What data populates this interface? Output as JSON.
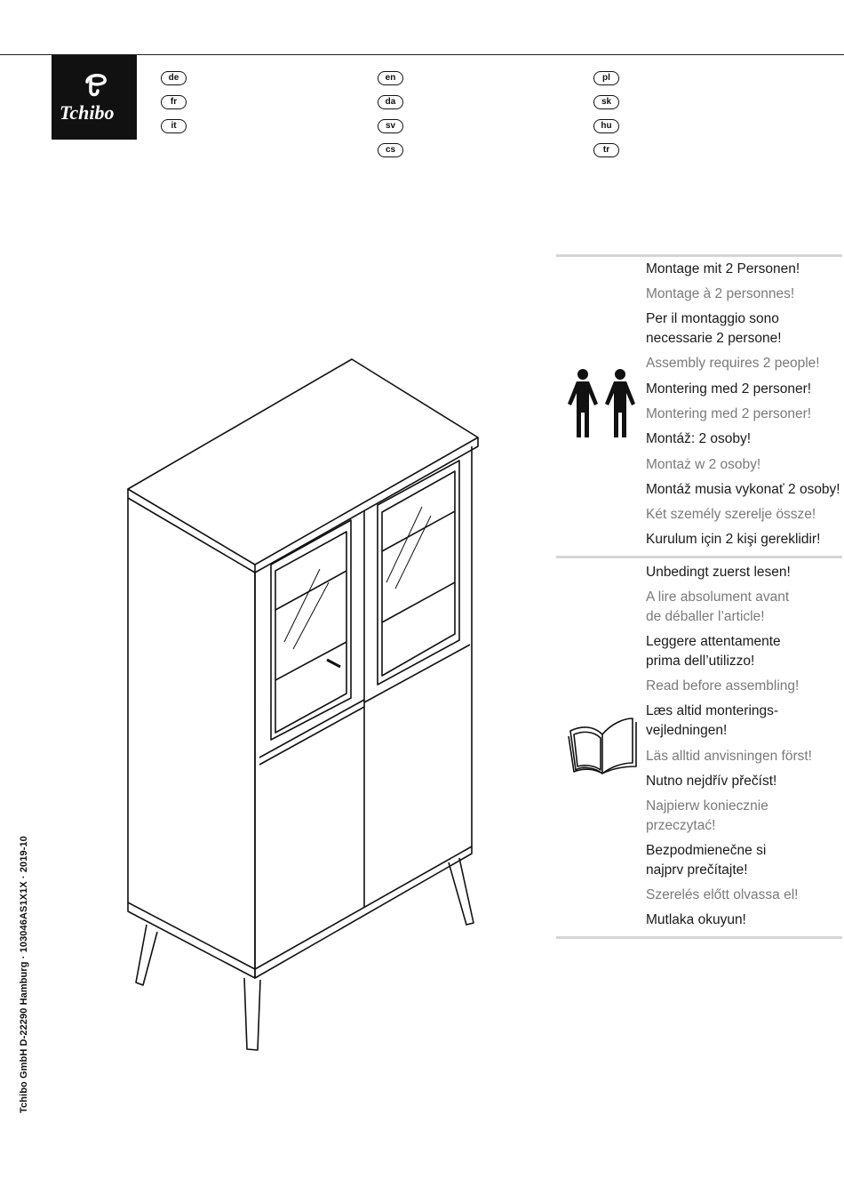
{
  "brand": {
    "name": "Tchibo"
  },
  "languages": {
    "col1": [
      "de",
      "fr",
      "it"
    ],
    "col2": [
      "en",
      "da",
      "sv",
      "cs"
    ],
    "col3": [
      "pl",
      "sk",
      "hu",
      "tr"
    ]
  },
  "two_person_notice": {
    "icon": "two-people-icon",
    "lines": [
      "Montage mit 2 Personen!",
      "Montage à 2 personnes!",
      "Per il montaggio sono\nnecessarie 2 persone!",
      "Assembly requires 2 people!",
      "Montering med 2 personer!",
      "Montering med 2 personer!",
      "Montáž: 2 osoby!",
      "Montaż w 2 osoby!",
      "Montáž musia vykonať 2 osoby!",
      "Két személy szerelje össze!",
      "Kurulum için 2 kişi gereklidir!"
    ]
  },
  "read_first_notice": {
    "icon": "open-book-icon",
    "lines": [
      "Unbedingt zuerst lesen!",
      "A lire absolument avant\nde déballer l’article!",
      "Leggere attentamente\nprima dell’utilizzo!",
      "Read before assembling!",
      "Læs altid monterings-\nvejledningen!",
      "Läs alltid anvisningen först!",
      "Nutno nejdřív přečíst!",
      "Najpierw koniecznie\nprzeczytać!",
      "Bezpodmienečne si\nnajprv prečítajte!",
      "Szerelés előtt olvassa el!",
      "Mutlaka okuyun!"
    ]
  },
  "footer": {
    "imprint": "Tchibo GmbH D-22290 Hamburg · 103046AS1X1X · 2019-10"
  },
  "illustration": {
    "subject": "cabinet-with-glass-doors-illustration"
  }
}
